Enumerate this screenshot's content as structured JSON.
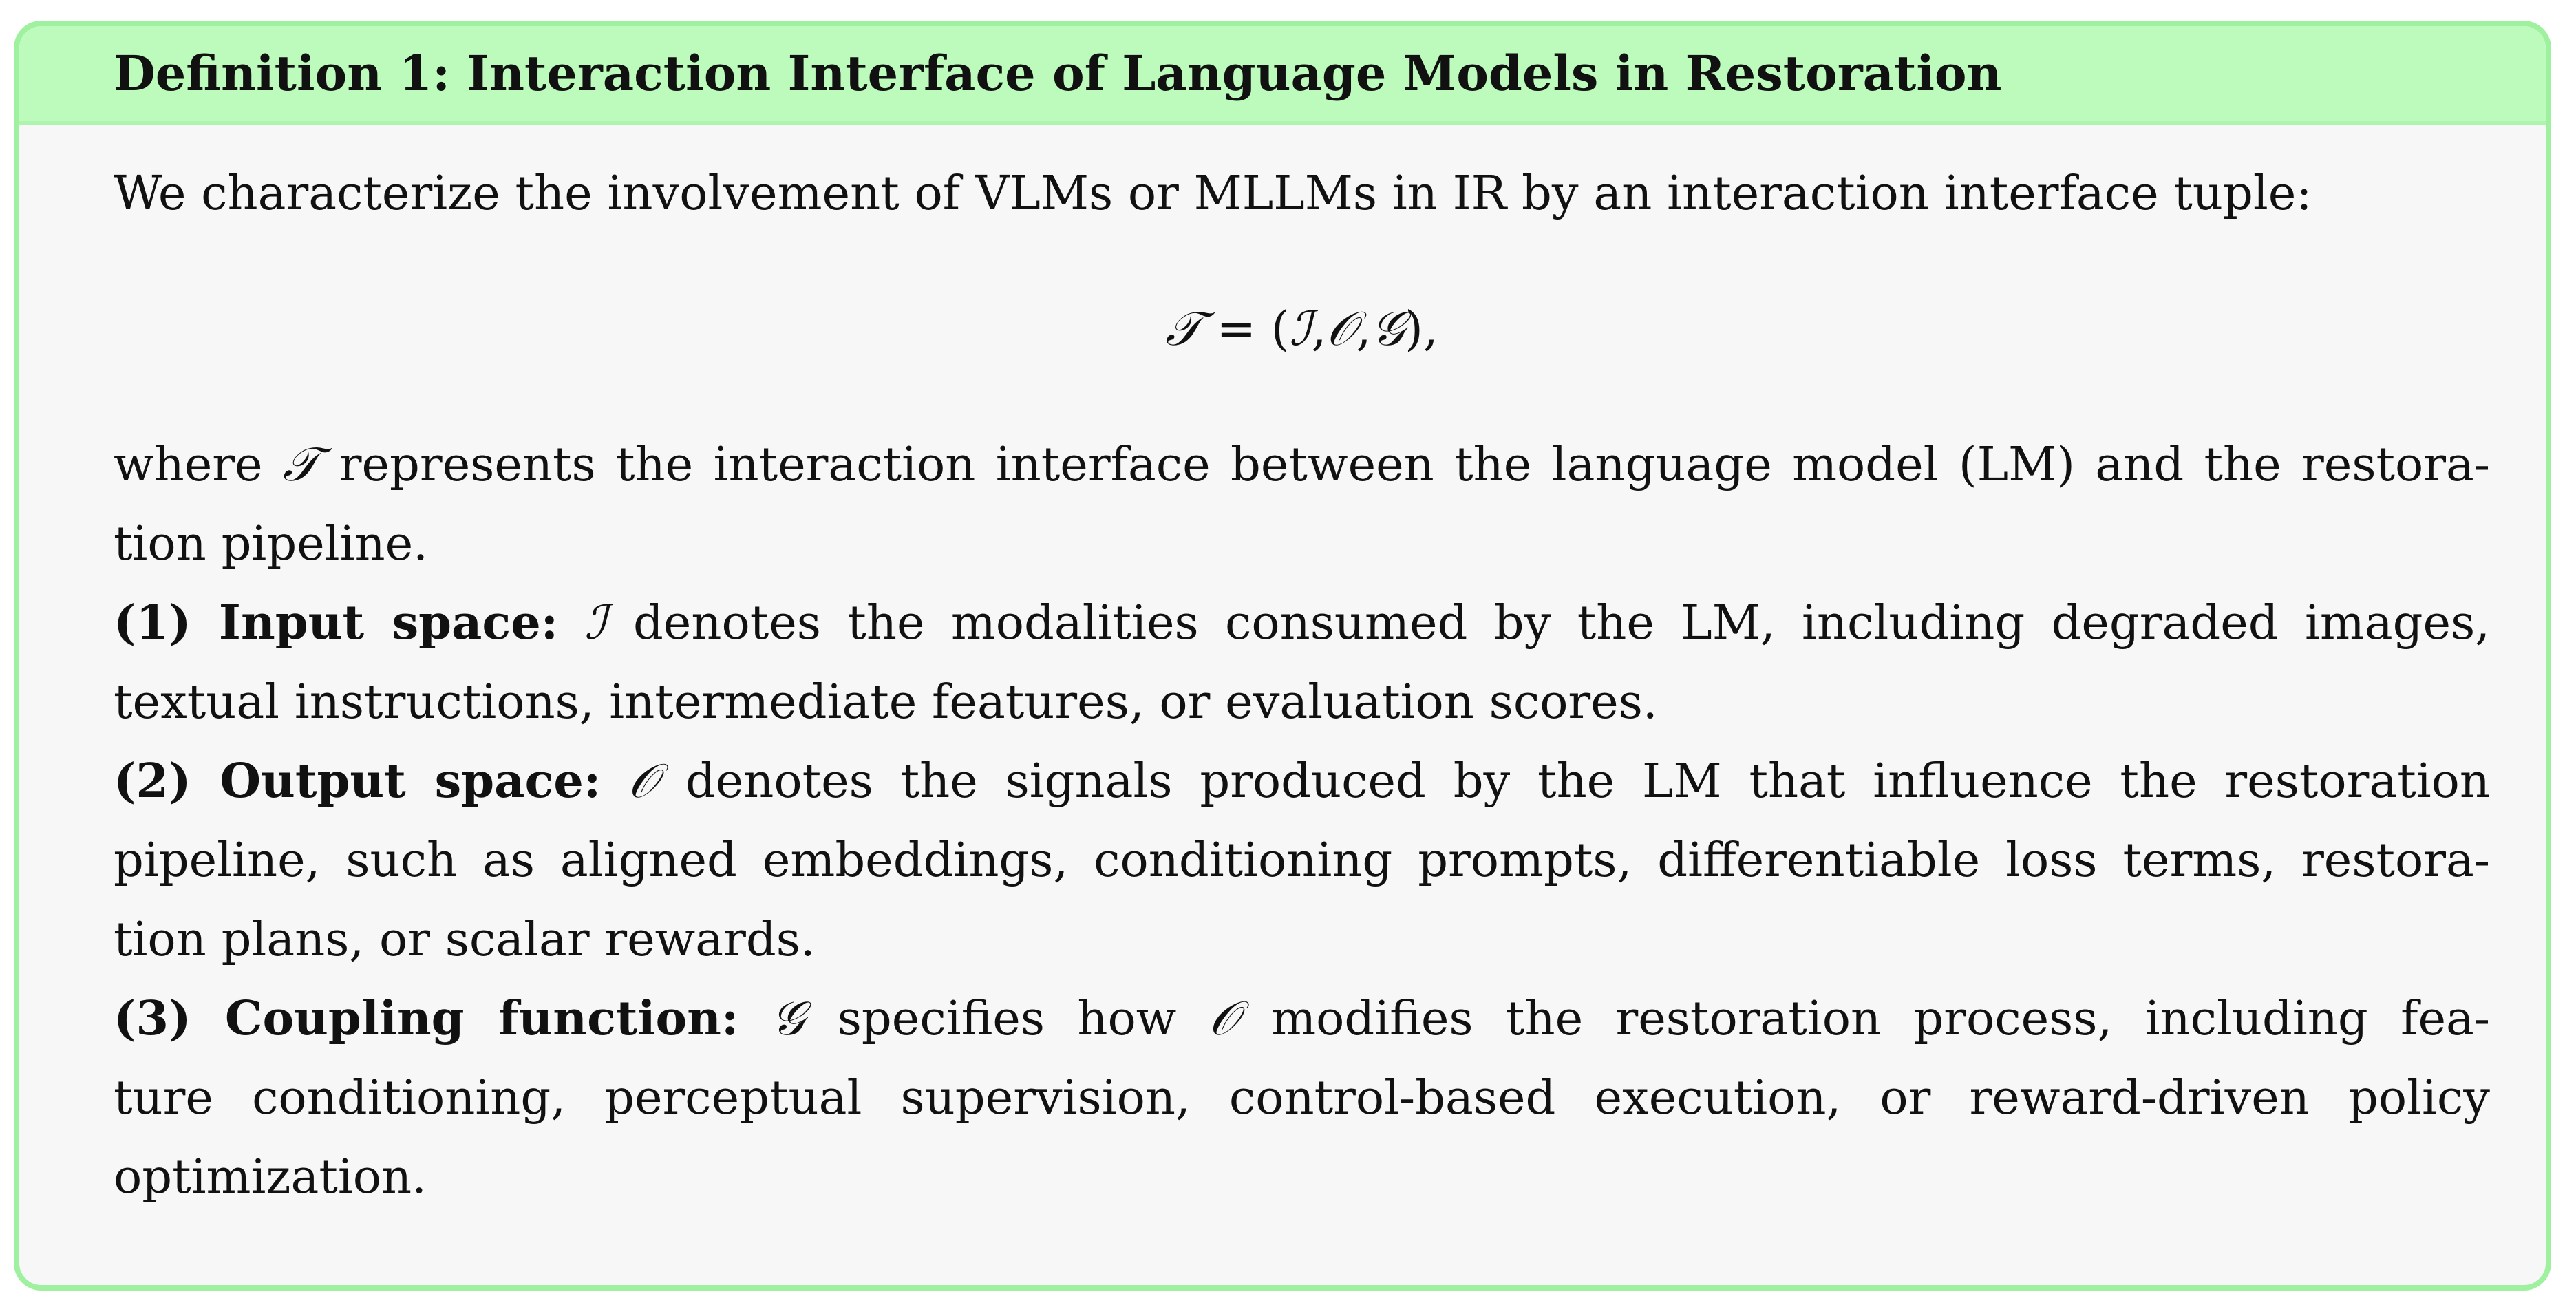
{
  "definition": {
    "title": "Definition 1: Interaction Interface of Language Models in Restoration",
    "intro": "We characterize the involvement of VLMs or MLLMs in IR by an interaction interface tuple:",
    "equation": {
      "lhs": "𝒯",
      "eq": " = ",
      "open": "(",
      "i": "ℐ",
      "c1": ",",
      "o": "𝒪",
      "c2": ",",
      "g": "𝒢",
      "close": "),"
    },
    "where": {
      "pre": "where ",
      "symbol": "𝒯",
      "line1": " represents the interaction interface between the language model (LM) and the restora-",
      "line2": "tion pipeline."
    },
    "items": [
      {
        "label": "(1) Input space:",
        "symbol": "ℐ",
        "line1": " denotes the modalities consumed by the LM, including degraded images,",
        "line2": "textual instructions, intermediate features, or evaluation scores."
      },
      {
        "label": "(2) Output space:",
        "symbol": "𝒪",
        "line1": " denotes the signals produced by the LM that influence the restoration",
        "line2": "pipeline, such as aligned embeddings, conditioning prompts, differentiable loss terms, restora-",
        "line3": "tion plans, or scalar rewards."
      },
      {
        "label": "(3) Coupling function:",
        "symbol": "𝒢",
        "mid_pre": " specifies how ",
        "mid_symbol": "𝒪",
        "line1": " modifies the restoration process, including fea-",
        "line2": "ture conditioning, perceptual supervision, control-based execution, or reward-driven policy",
        "line3": "optimization."
      }
    ]
  },
  "colors": {
    "border": "#9ff09f",
    "header_bg": "#bdfbbd",
    "body_bg": "#f7f7f7",
    "text": "#111111"
  }
}
